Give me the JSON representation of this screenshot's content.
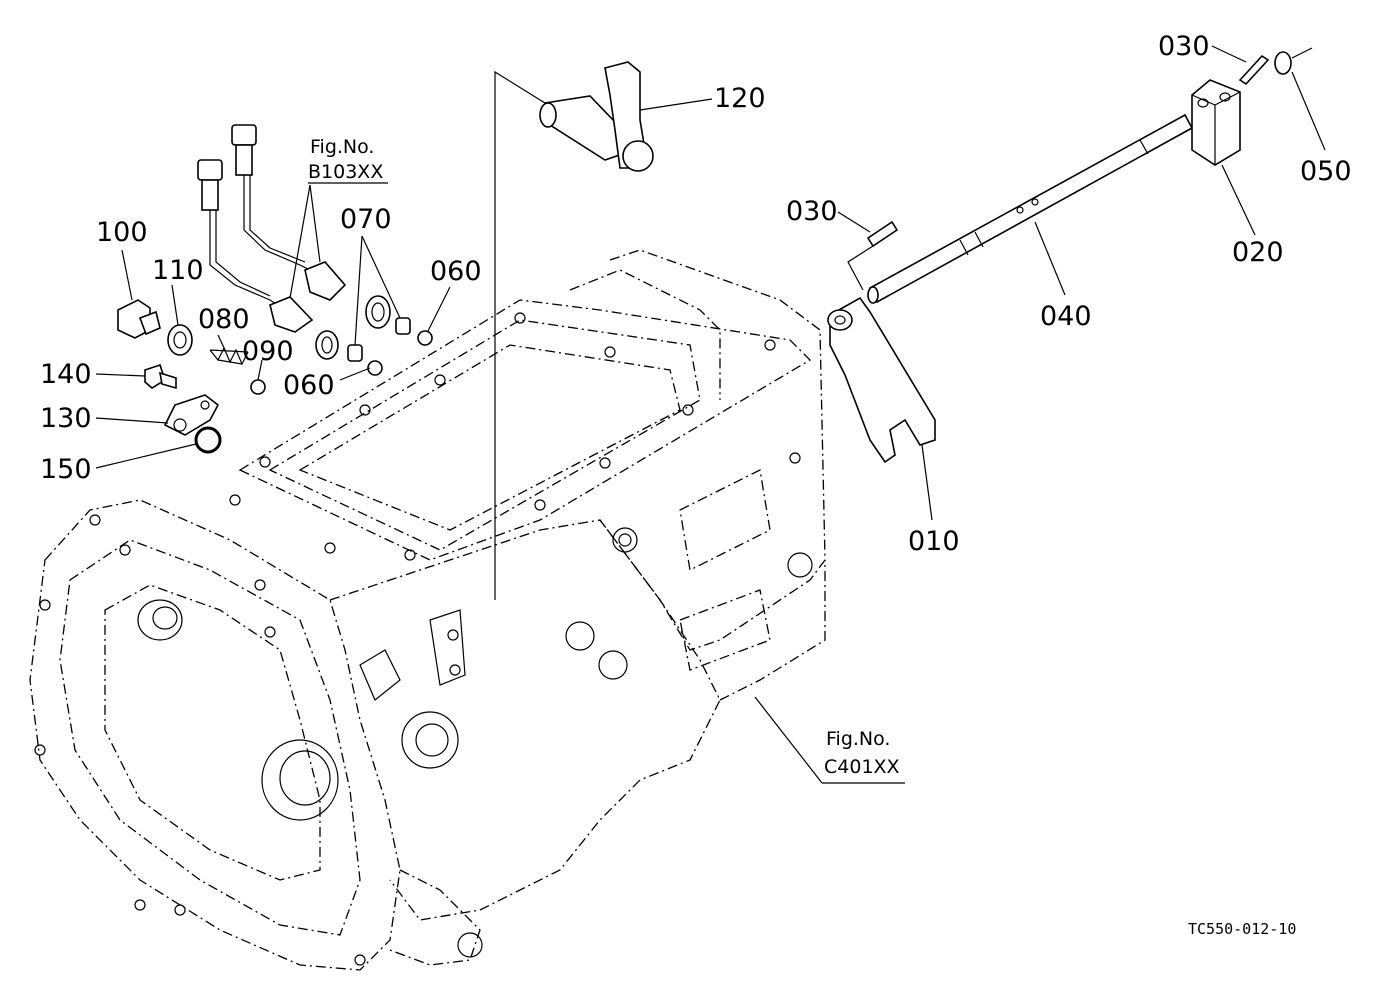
{
  "labels": {
    "p010": "010",
    "p020": "020",
    "p030a": "030",
    "p030b": "030",
    "p040": "040",
    "p050": "050",
    "p060a": "060",
    "p060b": "060",
    "p070": "070",
    "p080": "080",
    "p090": "090",
    "p100": "100",
    "p110": "110",
    "p120": "120",
    "p130": "130",
    "p140": "140",
    "p150": "150"
  },
  "refs": {
    "b103_line1": "Fig.No.",
    "b103_line2": "B103XX",
    "c401_line1": "Fig.No.",
    "c401_line2": "C401XX"
  },
  "drawing_code": "TC550-012-10"
}
